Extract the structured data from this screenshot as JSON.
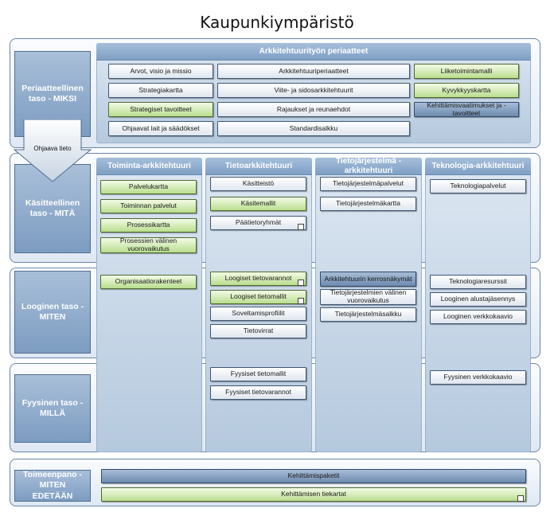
{
  "title": "Kaupunkiympäristö",
  "levels": {
    "periaatteellinen": "Periaatteellinen taso - MIKSI",
    "kasitteellinen": "Käsitteellinen taso - MITÄ",
    "looginen": "Looginen taso - MITEN",
    "fyysinen": "Fyysinen taso - MILLÄ",
    "toimeenpano": "Toimeenpano - MITEN EDETÄÄN"
  },
  "arrow_label": "Ohjaava tieto",
  "principles": {
    "header": "Arkkitehtuurityön periaatteet",
    "items": [
      "Arvot, visio ja missio",
      "Arkkitehtuuriperiaatteet",
      "Liiketoimintamalli",
      "Strategiakartta",
      "Viite- ja sidosarkkitehtuurit",
      "Kyvykkyyskartta",
      "Strategiset tavoitteet",
      "Rajaukset ja reunaehdot",
      "Kehittämisvaatimukset ja -tavoitteet",
      "Ohjaavat lait ja säädökset",
      "Standardisalkku"
    ]
  },
  "columns": [
    "Toiminta-arkkitehtuuri",
    "Tietoarkkitehtuuri",
    "Tietojärjestelmä -arkkitehtuuri",
    "Teknologia-arkkitehtuuri"
  ],
  "conceptual": {
    "toiminta": [
      "Palvelukartta",
      "Toiminnan palvelut",
      "Prosessikartta",
      "Prosessien välinen vuorovaikutus"
    ],
    "tieto": [
      "Käsitteistö",
      "Käsitemallit",
      "Päätietoryhmät"
    ],
    "tj": [
      "Tietojärjestelmäpalvelut",
      "Tietojärjestelmäkartta"
    ],
    "tekno": [
      "Teknologiapalvelut"
    ]
  },
  "logical": {
    "toiminta": [
      "Organisaatiorakenteet"
    ],
    "tieto": [
      "Loogiset tietovarannot",
      "Loogiset tietomallit",
      "Soveltamisprofiilit",
      "Tietovirrat"
    ],
    "tj": [
      "Arkkitehtuurin kerrosnäkymät",
      "Tietojärjestelmien välinen vuorovaikutus",
      "Tietojärjestelmäsalkku"
    ],
    "tekno": [
      "Teknologiaresurssit",
      "Looginen alustajäsennys",
      "Looginen verkkokaavio"
    ]
  },
  "physical": {
    "tieto": [
      "Fyysiset tietomallit",
      "Fyysiset tietovarannot"
    ],
    "tekno": [
      "Fyysinen verkkokaavio"
    ]
  },
  "implementation": {
    "items": [
      "Kehittämispaketit",
      "Kehittämisen tiekartat"
    ]
  }
}
